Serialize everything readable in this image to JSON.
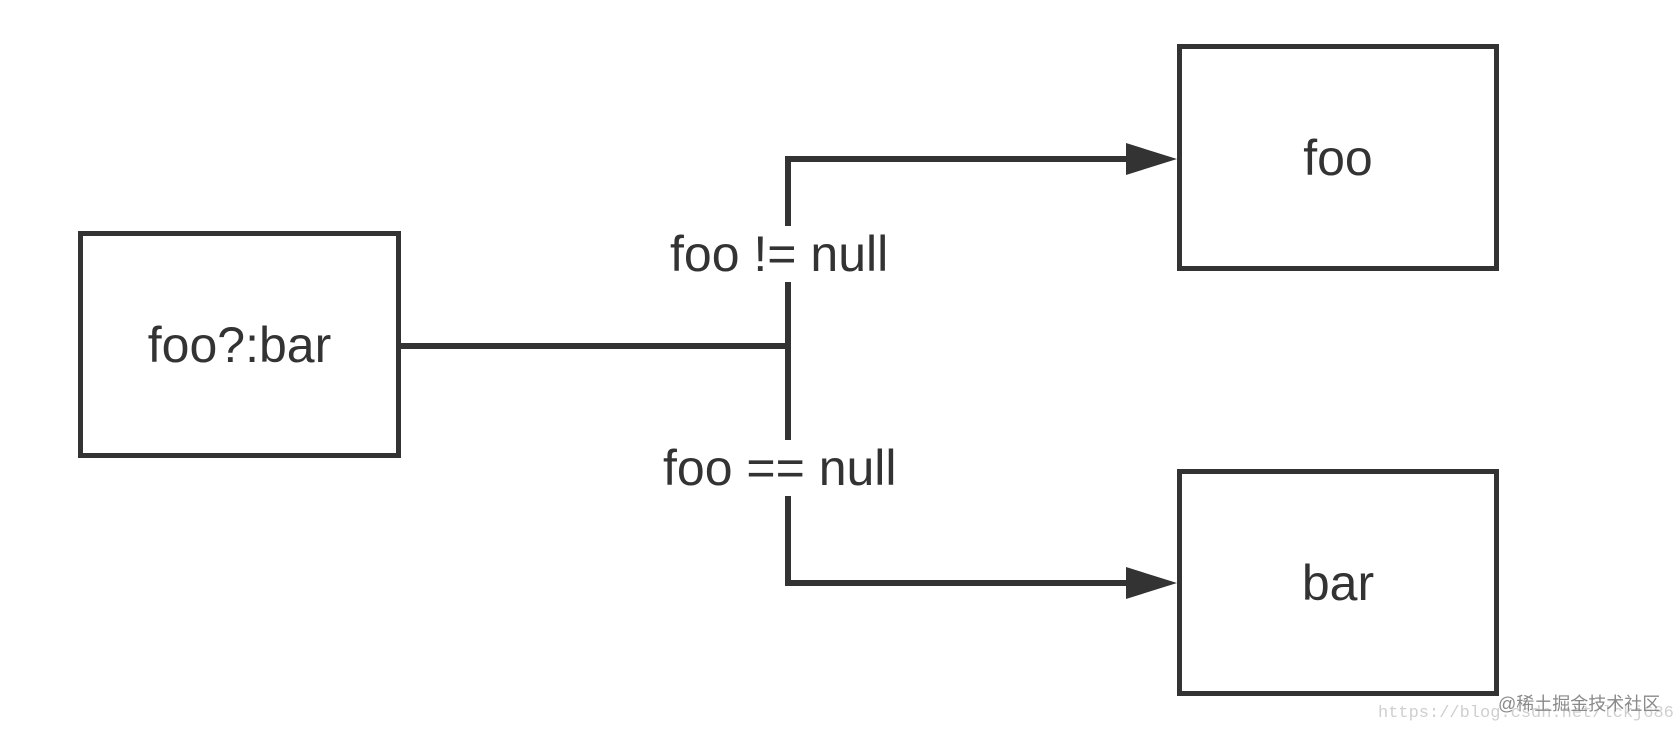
{
  "diagram": {
    "nodes": {
      "source": {
        "label": "foo?:bar"
      },
      "foo": {
        "label": "foo"
      },
      "bar": {
        "label": "bar"
      }
    },
    "edges": {
      "not_null": {
        "label": "foo != null",
        "from": "source",
        "to": "foo"
      },
      "is_null": {
        "label": "foo == null",
        "from": "source",
        "to": "bar"
      }
    },
    "line_color": "#333333"
  },
  "watermark": {
    "brand": "@稀土掘金技术社区",
    "url": "https://blog.csdn.net/lckj686"
  }
}
